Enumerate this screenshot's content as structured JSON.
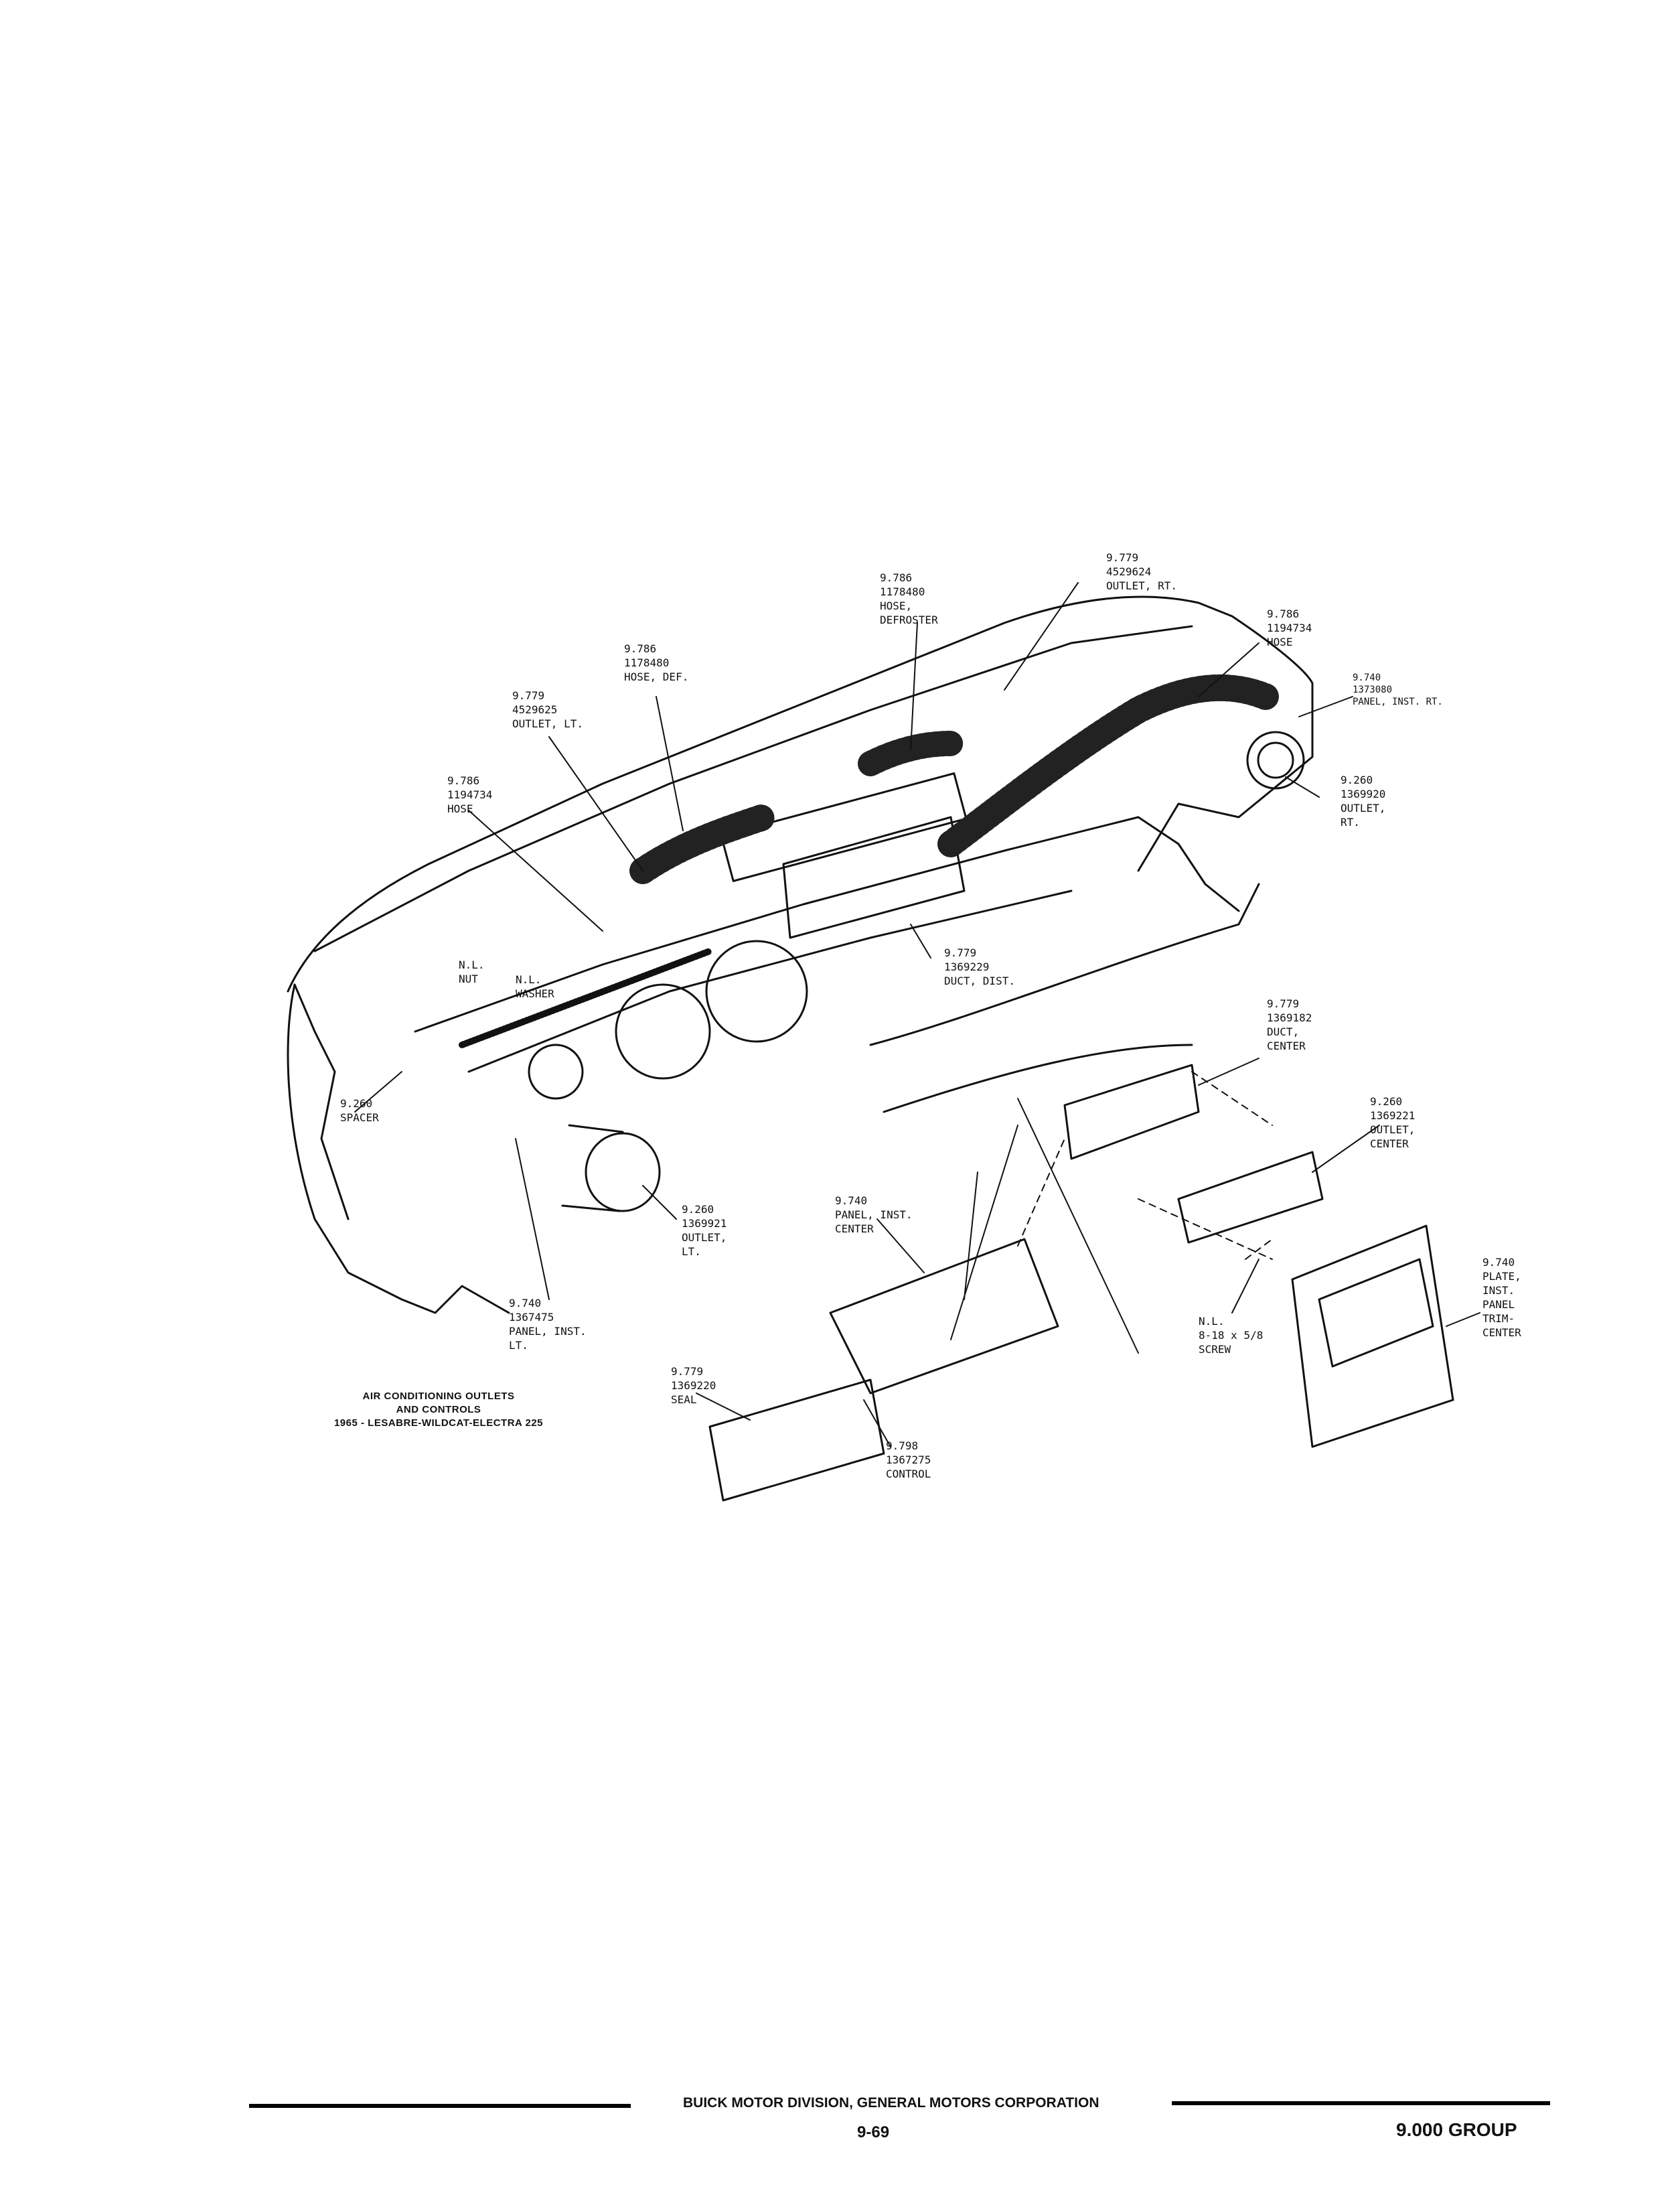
{
  "callouts": [
    {
      "id": "outlet-rt",
      "lines": [
        "9.779",
        "4529624",
        "OUTLET, RT."
      ]
    },
    {
      "id": "hose-defroster",
      "lines": [
        "9.786",
        "1178480",
        "HOSE,",
        "DEFROSTER"
      ]
    },
    {
      "id": "hose-rt",
      "lines": [
        "9.786",
        "1194734",
        "HOSE"
      ]
    },
    {
      "id": "hose-def",
      "lines": [
        "9.786",
        "1178480",
        "HOSE, DEF."
      ]
    },
    {
      "id": "panel-inst-rt",
      "lines": [
        "9.740",
        "1373080",
        "PANEL, INST. RT."
      ]
    },
    {
      "id": "outlet-lt",
      "lines": [
        "9.779",
        "4529625",
        "OUTLET, LT."
      ]
    },
    {
      "id": "hose-lt",
      "lines": [
        "9.786",
        "1194734",
        "HOSE"
      ]
    },
    {
      "id": "outlet-rt-lower",
      "lines": [
        "9.260",
        "1369920",
        "OUTLET,",
        "RT."
      ]
    },
    {
      "id": "nut",
      "lines": [
        "N.L.",
        "NUT"
      ]
    },
    {
      "id": "washer",
      "lines": [
        "N.L.",
        "WASHER"
      ]
    },
    {
      "id": "duct-dist",
      "lines": [
        "9.779",
        "1369229",
        "DUCT, DIST."
      ]
    },
    {
      "id": "duct-center",
      "lines": [
        "9.779",
        "1369182",
        "DUCT,",
        "CENTER"
      ]
    },
    {
      "id": "spacer",
      "lines": [
        "9.260",
        "SPACER"
      ]
    },
    {
      "id": "outlet-center",
      "lines": [
        "9.260",
        "1369221",
        "OUTLET,",
        "CENTER"
      ]
    },
    {
      "id": "panel-inst-center",
      "lines": [
        "9.740",
        "PANEL, INST.",
        "CENTER"
      ]
    },
    {
      "id": "outlet-lt-lower",
      "lines": [
        "9.260",
        "1369921",
        "OUTLET,",
        "LT."
      ]
    },
    {
      "id": "plate-trim",
      "lines": [
        "9.740",
        "PLATE,",
        "INST.",
        "PANEL",
        "TRIM-",
        "CENTER"
      ]
    },
    {
      "id": "screw",
      "lines": [
        "N.L.",
        "8-18 x 5/8",
        "SCREW"
      ]
    },
    {
      "id": "panel-inst-lt",
      "lines": [
        "9.740",
        "1367475",
        "PANEL, INST.",
        "LT."
      ]
    },
    {
      "id": "seal",
      "lines": [
        "9.779",
        "1369220",
        "SEAL"
      ]
    },
    {
      "id": "control",
      "lines": [
        "9.798",
        "1367275",
        "CONTROL"
      ]
    }
  ],
  "caption": {
    "lines": [
      "AIR CONDITIONING OUTLETS",
      "AND CONTROLS",
      "1965 - LESABRE-WILDCAT-ELECTRA 225"
    ]
  },
  "footer": {
    "company": "BUICK MOTOR DIVISION, GENERAL MOTORS CORPORATION",
    "page": "9-69",
    "group": "9.000 GROUP"
  }
}
